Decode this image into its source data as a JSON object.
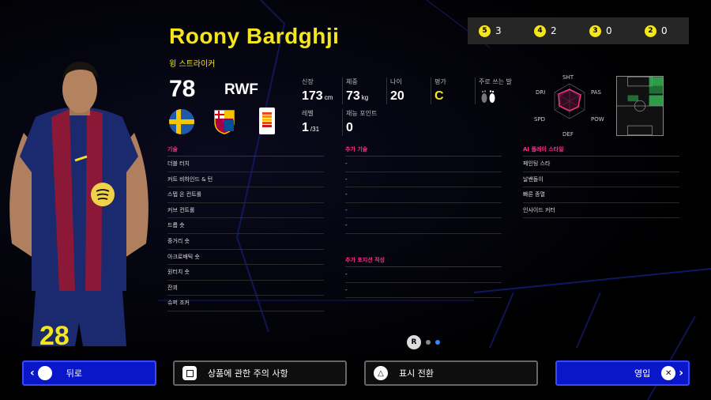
{
  "player": {
    "name": "Roony Bardghji",
    "role": "윙 스트라이커",
    "overall": "78",
    "position": "RWF",
    "shirt_number": "28"
  },
  "stats": {
    "height_label": "신장",
    "height_value": "173",
    "height_unit": "cm",
    "weight_label": "체중",
    "weight_value": "73",
    "weight_unit": "kg",
    "age_label": "나이",
    "age_value": "20",
    "grade_label": "평가",
    "grade_value": "C",
    "foot_label": "주로 쓰는 발",
    "level_label": "레벨",
    "level_value": "1",
    "level_max": "/31",
    "skill_points_label": "재능 포인트",
    "skill_points_value": "0"
  },
  "counters": [
    {
      "badge": "5",
      "value": "3"
    },
    {
      "badge": "4",
      "value": "2"
    },
    {
      "badge": "3",
      "value": "0"
    },
    {
      "badge": "2",
      "value": "0"
    }
  ],
  "radar": {
    "labels": {
      "sht": "SHT",
      "pas": "PAS",
      "pow": "POW",
      "def": "DEF",
      "spd": "SPD",
      "dri": "DRI"
    },
    "accent": "#ff2e8a"
  },
  "skills": {
    "title": "기술",
    "items": [
      "더블 터치",
      "커트 비하인드 & 턴",
      "스텝 온 컨트롤",
      "커브 컨트롤",
      "드롭 숏",
      "중거리 숏",
      "아크로배틱 숏",
      "원터치 숏",
      "잔꾀",
      "슈퍼 조커"
    ]
  },
  "extra_skills": {
    "title": "추가 기술",
    "items": [
      "-",
      "-",
      "-",
      "-",
      "-"
    ]
  },
  "extra_positions": {
    "title": "추가 포지션 적성",
    "items": [
      "-",
      "-"
    ]
  },
  "ai_styles": {
    "title": "AI 플레이 스타일",
    "items": [
      "페인팅 스타",
      "날쌘돌이",
      "빠른 종열",
      "인사이드 커터"
    ]
  },
  "pager": {
    "button": "R"
  },
  "buttons": {
    "back": "뒤로",
    "caution": "상품에 관한 주의 사항",
    "toggle": "표시 전환",
    "recruit": "영입"
  },
  "colors": {
    "accent_yellow": "#f4e51c",
    "accent_pink": "#ff2e8a",
    "button_blue": "#0a17c8"
  }
}
